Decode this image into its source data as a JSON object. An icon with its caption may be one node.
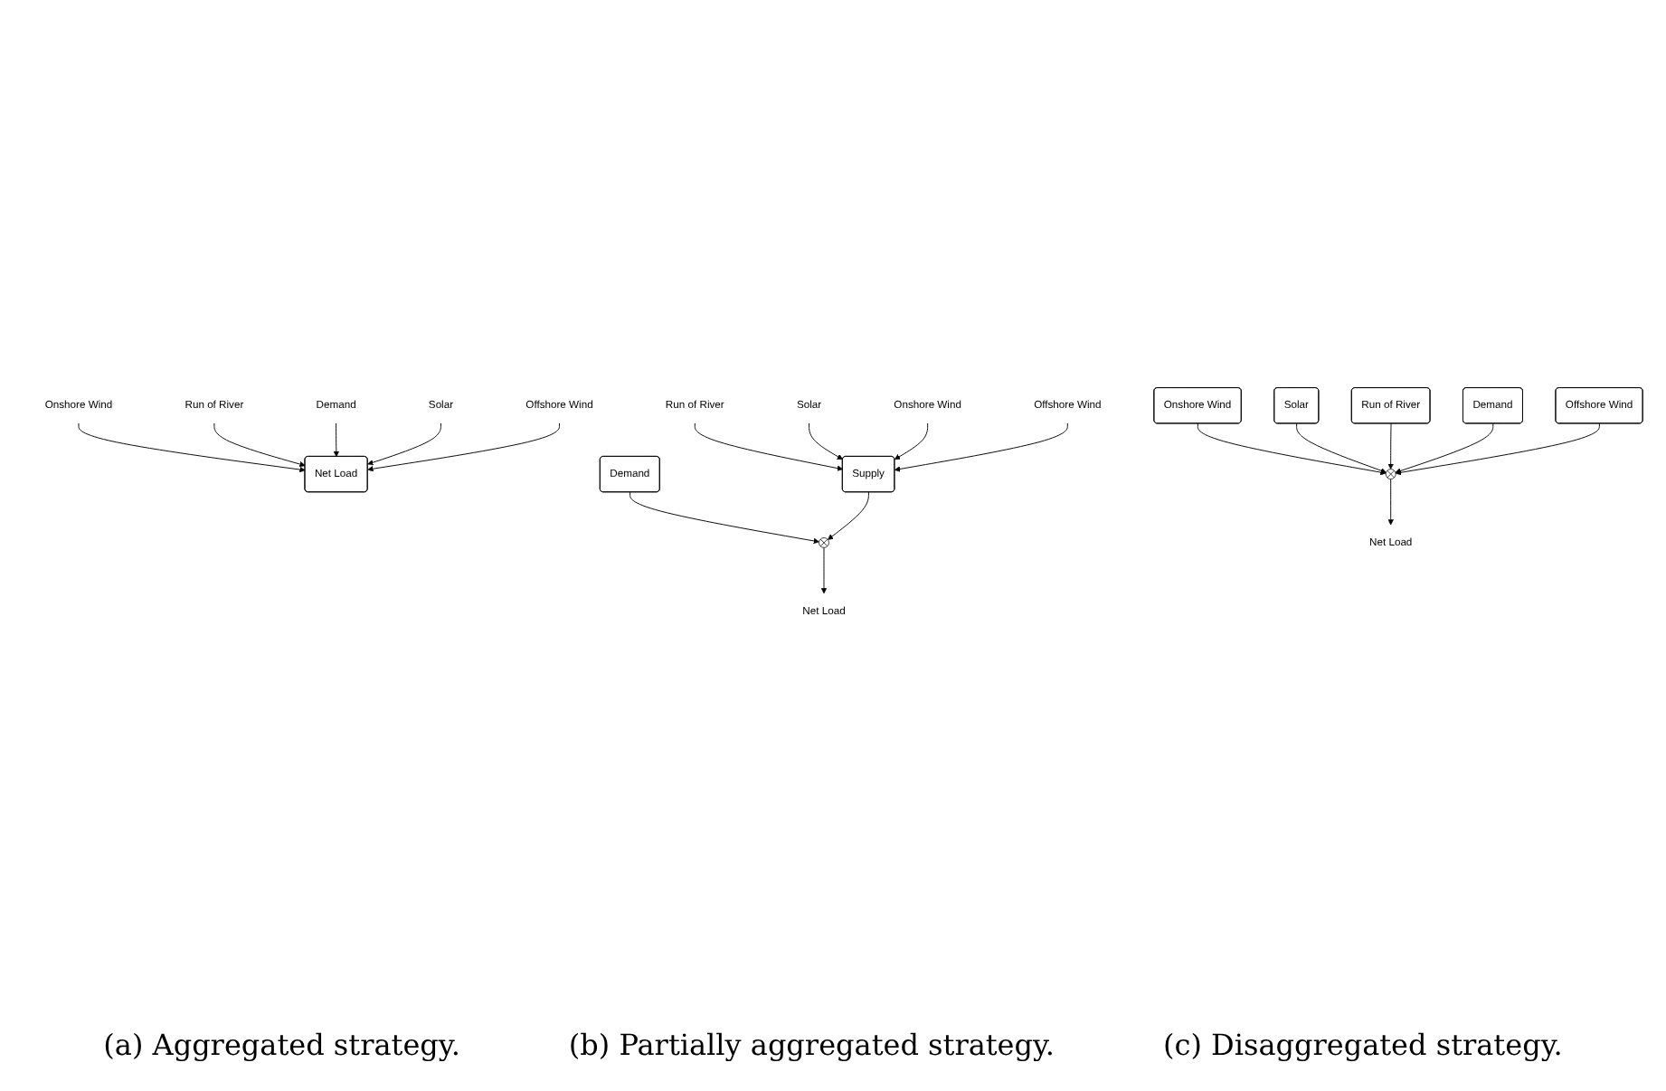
{
  "diagram": {
    "nodes": [
      {
        "text": [
          "Onshore Wind"
        ]
      },
      {
        "text": [
          "Run of River"
        ]
      },
      {
        "text": [
          "Demand"
        ]
      },
      {
        "text": [
          "Solar"
        ]
      },
      {
        "text": [
          "Offshore Wind"
        ]
      },
      {
        "text": [
          "Net Load"
        ]
      },
      {
        "text": [
          "Run of River"
        ]
      },
      {
        "text": [
          "Solar"
        ]
      },
      {
        "text": [
          "Onshore Wind"
        ]
      },
      {
        "text": [
          "Offshore Wind"
        ]
      },
      {
        "text": [
          "Demand"
        ]
      },
      {
        "text": [
          "Supply"
        ]
      },
      {
        "text": [],
        "shape": "circle"
      },
      {
        "text": [
          "Net Load"
        ]
      },
      {
        "text": [
          "Onshore Wind"
        ]
      },
      {
        "text": [
          "Solar"
        ]
      },
      {
        "text": [
          "Run of River"
        ]
      },
      {
        "text": [
          "Demand"
        ]
      },
      {
        "text": [
          "Offshore Wind"
        ]
      },
      {
        "text": [],
        "shape": "circle"
      },
      {
        "text": [
          "Net Load"
        ]
      }
    ],
    "edges": [
      {
        "from": 0,
        "to": 5,
        "arrow": "to"
      },
      {
        "from": 1,
        "to": 5,
        "arrow": "to"
      },
      {
        "from": 2,
        "to": 5,
        "arrow": "to"
      },
      {
        "from": 3,
        "to": 5,
        "arrow": "to"
      },
      {
        "from": 4,
        "to": 5,
        "arrow": "to"
      },
      {
        "from": 6,
        "to": 11,
        "arrow": "to"
      },
      {
        "from": 7,
        "to": 11,
        "arrow": "to"
      },
      {
        "from": 8,
        "to": 11,
        "arrow": "to"
      },
      {
        "from": 9,
        "to": 11,
        "arrow": "to"
      },
      {
        "from": 10,
        "to": 12,
        "arrow": "to"
      },
      {
        "from": 11,
        "to": 12,
        "arrow": "to"
      },
      {
        "from": 12,
        "to": 13,
        "arrow": "to"
      },
      {
        "from": 14,
        "to": 19,
        "arrow": "to"
      },
      {
        "from": 15,
        "to": 19,
        "arrow": "to"
      },
      {
        "from": 16,
        "to": 19,
        "arrow": "to"
      },
      {
        "from": 17,
        "to": 19,
        "arrow": "to"
      },
      {
        "from": 18,
        "to": 19,
        "arrow": "to"
      },
      {
        "from": 19,
        "to": 20,
        "arrow": "to"
      }
    ],
    "labels": [
      "(a) Aggregated strategy.",
      "(b) Partially aggregated strategy.",
      "(c) Disaggregated strategy."
    ]
  }
}
